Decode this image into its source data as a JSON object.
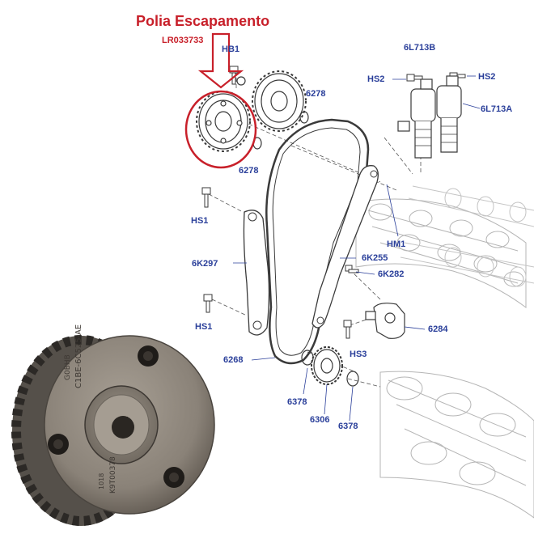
{
  "title": "Polia Escapamento",
  "part_number": "LR033733",
  "labels": {
    "hb1": "HB1",
    "l6278_top": "6278",
    "l6278_mid": "6278",
    "l6l713b": "6L713B",
    "l6l713a": "6L713A",
    "hs2_left": "HS2",
    "hs2_right": "HS2",
    "hs1_top": "HS1",
    "hs1_bottom": "HS1",
    "hm1": "HM1",
    "l6k297": "6K297",
    "l6k255": "6K255",
    "l6k282": "6K282",
    "l6284": "6284",
    "hs3": "HS3",
    "l6268": "6268",
    "l6378_left": "6378",
    "l6306": "6306",
    "l6378_right": "6378"
  },
  "photo_text": {
    "line1": "C1BE-6C525-AE",
    "line2": "G0BHB",
    "line3": "K9T00378",
    "line4": "1018"
  },
  "colors": {
    "highlight": "#c8202a",
    "label": "#2a3f9a",
    "line_art": "#3a3a3a",
    "pulley_metal": "#8a8278"
  }
}
